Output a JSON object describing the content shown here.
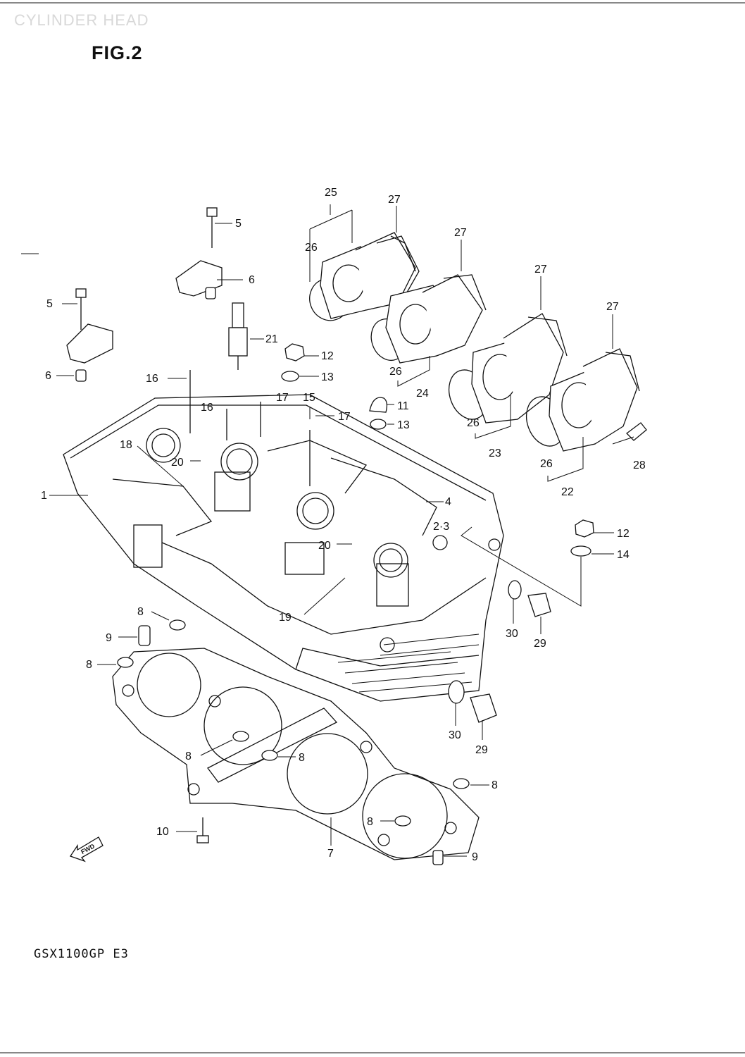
{
  "header": {
    "ghost_title": "CYLINDER HEAD"
  },
  "figure": {
    "title": "FIG.2",
    "model_code": "GSX1100GP E3"
  },
  "fwd_arrow": {
    "label": "FWD",
    "icon": "fwd-arrow-icon"
  },
  "callouts": [
    "1",
    "2·3",
    "4",
    "5",
    "5",
    "6",
    "6",
    "7",
    "8",
    "8",
    "8",
    "8",
    "8",
    "8",
    "9",
    "9",
    "10",
    "11",
    "12",
    "12",
    "13",
    "13",
    "14",
    "15",
    "16",
    "16",
    "17",
    "17",
    "18",
    "19",
    "20",
    "20",
    "21",
    "22",
    "23",
    "24",
    "25",
    "26",
    "26",
    "26",
    "26",
    "27",
    "27",
    "27",
    "27",
    "28",
    "29",
    "29",
    "30",
    "30"
  ]
}
